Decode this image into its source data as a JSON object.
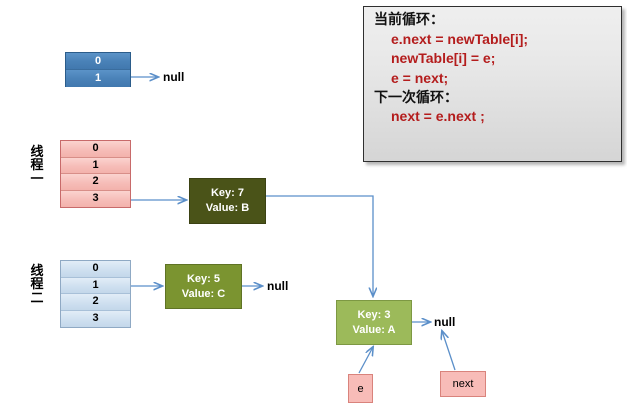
{
  "diagram": {
    "title": "HashMap resize concurrency diagram",
    "colors": {
      "arrow": "#4a7ebb",
      "node_dark": "#4a5318",
      "node_mid": "#7b9430",
      "node_light": "#9cba5a",
      "table_red": "#f6bdb8",
      "table_blue_dark": "#4a82b8",
      "table_blue_light": "#cfe0f0",
      "chip_pink": "#f8bcb8",
      "code_red": "#b41d1d",
      "panel_bg": "#e7e7e7"
    },
    "tables": [
      {
        "id": "new-table",
        "cells": [
          "0",
          "1"
        ],
        "style": "blue-dark",
        "label": ""
      },
      {
        "id": "thread-one-table",
        "cells": [
          "0",
          "1",
          "2",
          "3"
        ],
        "style": "red",
        "label": "线程一"
      },
      {
        "id": "thread-two-table",
        "cells": [
          "0",
          "1",
          "2",
          "3"
        ],
        "style": "blue-light",
        "label": "线程二"
      }
    ],
    "nodes": [
      {
        "id": "node-key7",
        "key_label": "Key: 7",
        "value_label": "Value: B",
        "style": "dark"
      },
      {
        "id": "node-key5",
        "key_label": "Key: 5",
        "value_label": "Value: C",
        "style": "mid"
      },
      {
        "id": "node-key3",
        "key_label": "Key: 3",
        "value_label": "Value: A",
        "style": "light"
      }
    ],
    "null_labels": [
      {
        "id": "null-newtable",
        "text": "null"
      },
      {
        "id": "null-key5",
        "text": "null"
      },
      {
        "id": "null-key3",
        "text": "null"
      }
    ],
    "pointers": [
      {
        "id": "pointer-e",
        "text": "e"
      },
      {
        "id": "pointer-next",
        "text": "next"
      }
    ],
    "panel": {
      "current_loop_heading": "当前循环：",
      "current_loop_lines": [
        "e.next = newTable[i];",
        "newTable[i] = e;",
        "e = next;"
      ],
      "next_loop_heading": "下一次循环：",
      "next_loop_lines": [
        "next = e.next ;"
      ]
    }
  }
}
